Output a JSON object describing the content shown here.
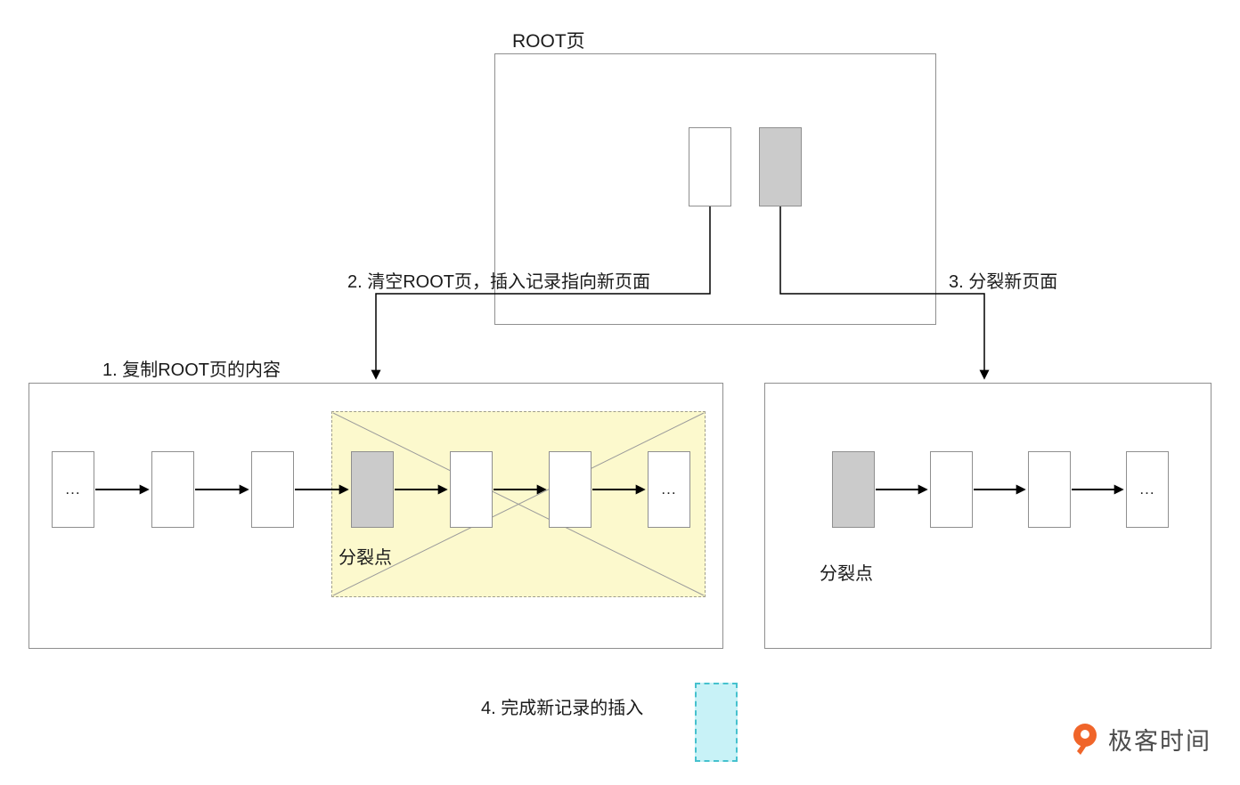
{
  "root_page": {
    "label": "ROOT页",
    "records": [
      {
        "type": "existing-record",
        "fill": "#ffffff"
      },
      {
        "type": "new-record",
        "fill": "#cbcbcb"
      }
    ]
  },
  "steps": {
    "step1": "1. 复制ROOT页的内容",
    "step2": "2. 清空ROOT页，插入记录指向新页面",
    "step3": "3. 分裂新页面",
    "step4": "4. 完成新记录的插入"
  },
  "left_page": {
    "split_point_label": "分裂点",
    "nodes": [
      {
        "text": "...",
        "gray": false
      },
      {
        "text": "",
        "gray": false
      },
      {
        "text": "",
        "gray": false
      },
      {
        "text": "",
        "gray": true
      },
      {
        "text": "",
        "gray": false
      },
      {
        "text": "",
        "gray": false
      },
      {
        "text": "...",
        "gray": false
      }
    ]
  },
  "right_page": {
    "split_point_label": "分裂点",
    "nodes": [
      {
        "text": "",
        "gray": true
      },
      {
        "text": "",
        "gray": false
      },
      {
        "text": "",
        "gray": false
      },
      {
        "text": "...",
        "gray": false
      }
    ]
  },
  "logo": {
    "text": "极客时间"
  },
  "colors": {
    "box_border": "#8f8f8f",
    "cell_border": "#8f8f8f",
    "gray_fill": "#cbcbcb",
    "highlight_fill": "#fcf9cd",
    "highlight_border": "#9f9d8a",
    "cross_out_line": "#9b9b9b",
    "new_record_fill": "#c8f2f7",
    "new_record_border": "#46c1ce",
    "arrow": "#000000",
    "logo_orange": "#f0652a",
    "logo_text": "#4c4c4c"
  }
}
